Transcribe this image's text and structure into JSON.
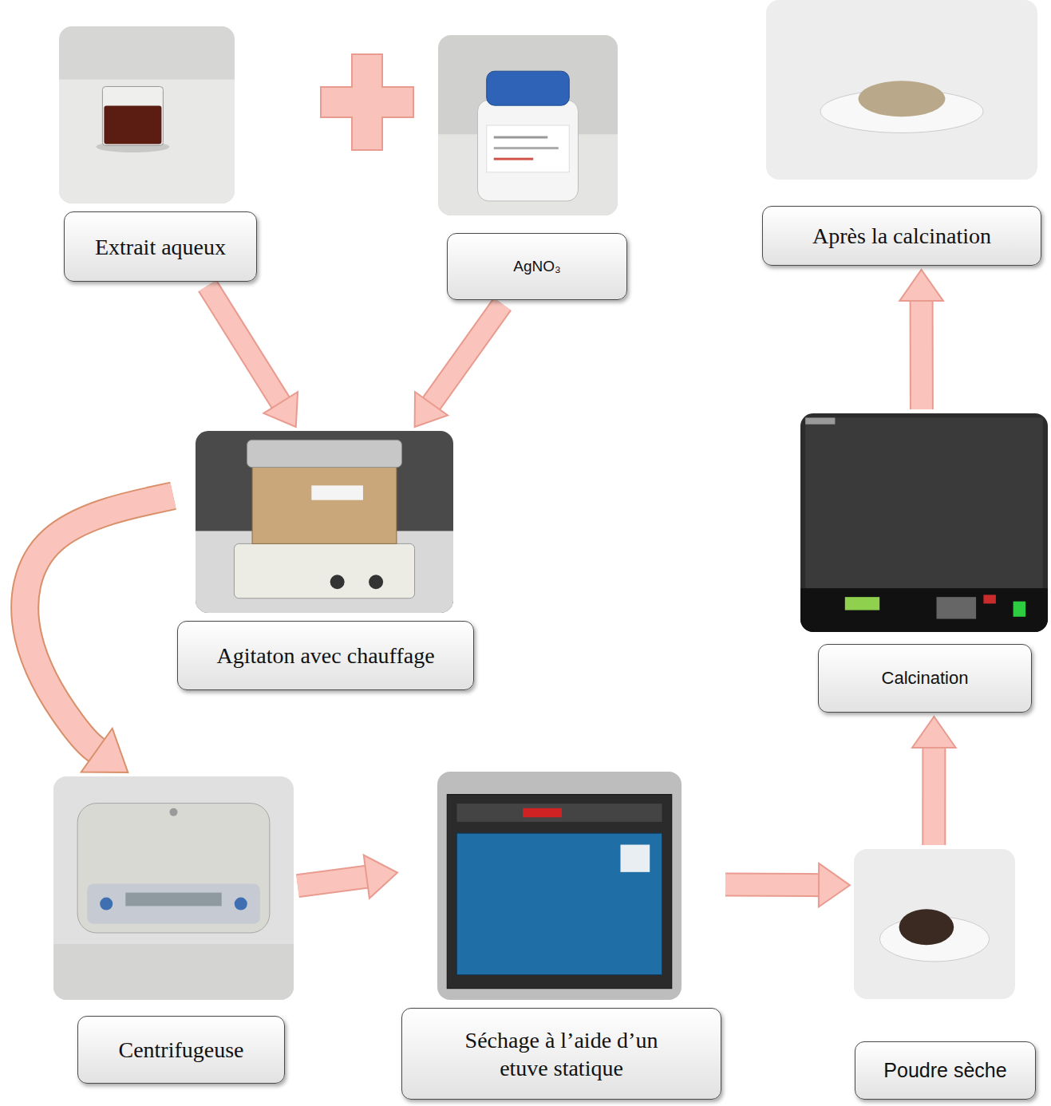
{
  "diagram": {
    "nodes": [
      {
        "text": [
          "Extrait aqueux"
        ]
      },
      {
        "text": [
          "AgNO₃"
        ]
      },
      {
        "text": [
          "Après la calcination"
        ]
      },
      {
        "text": [
          "Agitaton avec chauffage"
        ]
      },
      {
        "text": [
          "Centrifugeuse"
        ]
      },
      {
        "text": [
          "Séchage à l’aide d’un etuve statique"
        ]
      },
      {
        "text": [
          "Poudre sèche"
        ]
      },
      {
        "text": [
          "Calcination"
        ]
      }
    ],
    "edges": [
      {
        "from": 0,
        "to": 3,
        "arrow": "to"
      },
      {
        "from": 1,
        "to": 3,
        "arrow": "to"
      },
      {
        "from": 3,
        "to": 4,
        "arrow": "to"
      },
      {
        "from": 4,
        "to": 5,
        "arrow": "to"
      },
      {
        "from": 5,
        "to": 6,
        "arrow": "to"
      },
      {
        "from": 6,
        "to": 7,
        "arrow": "to"
      },
      {
        "from": 7,
        "to": 2,
        "arrow": "to"
      }
    ]
  }
}
